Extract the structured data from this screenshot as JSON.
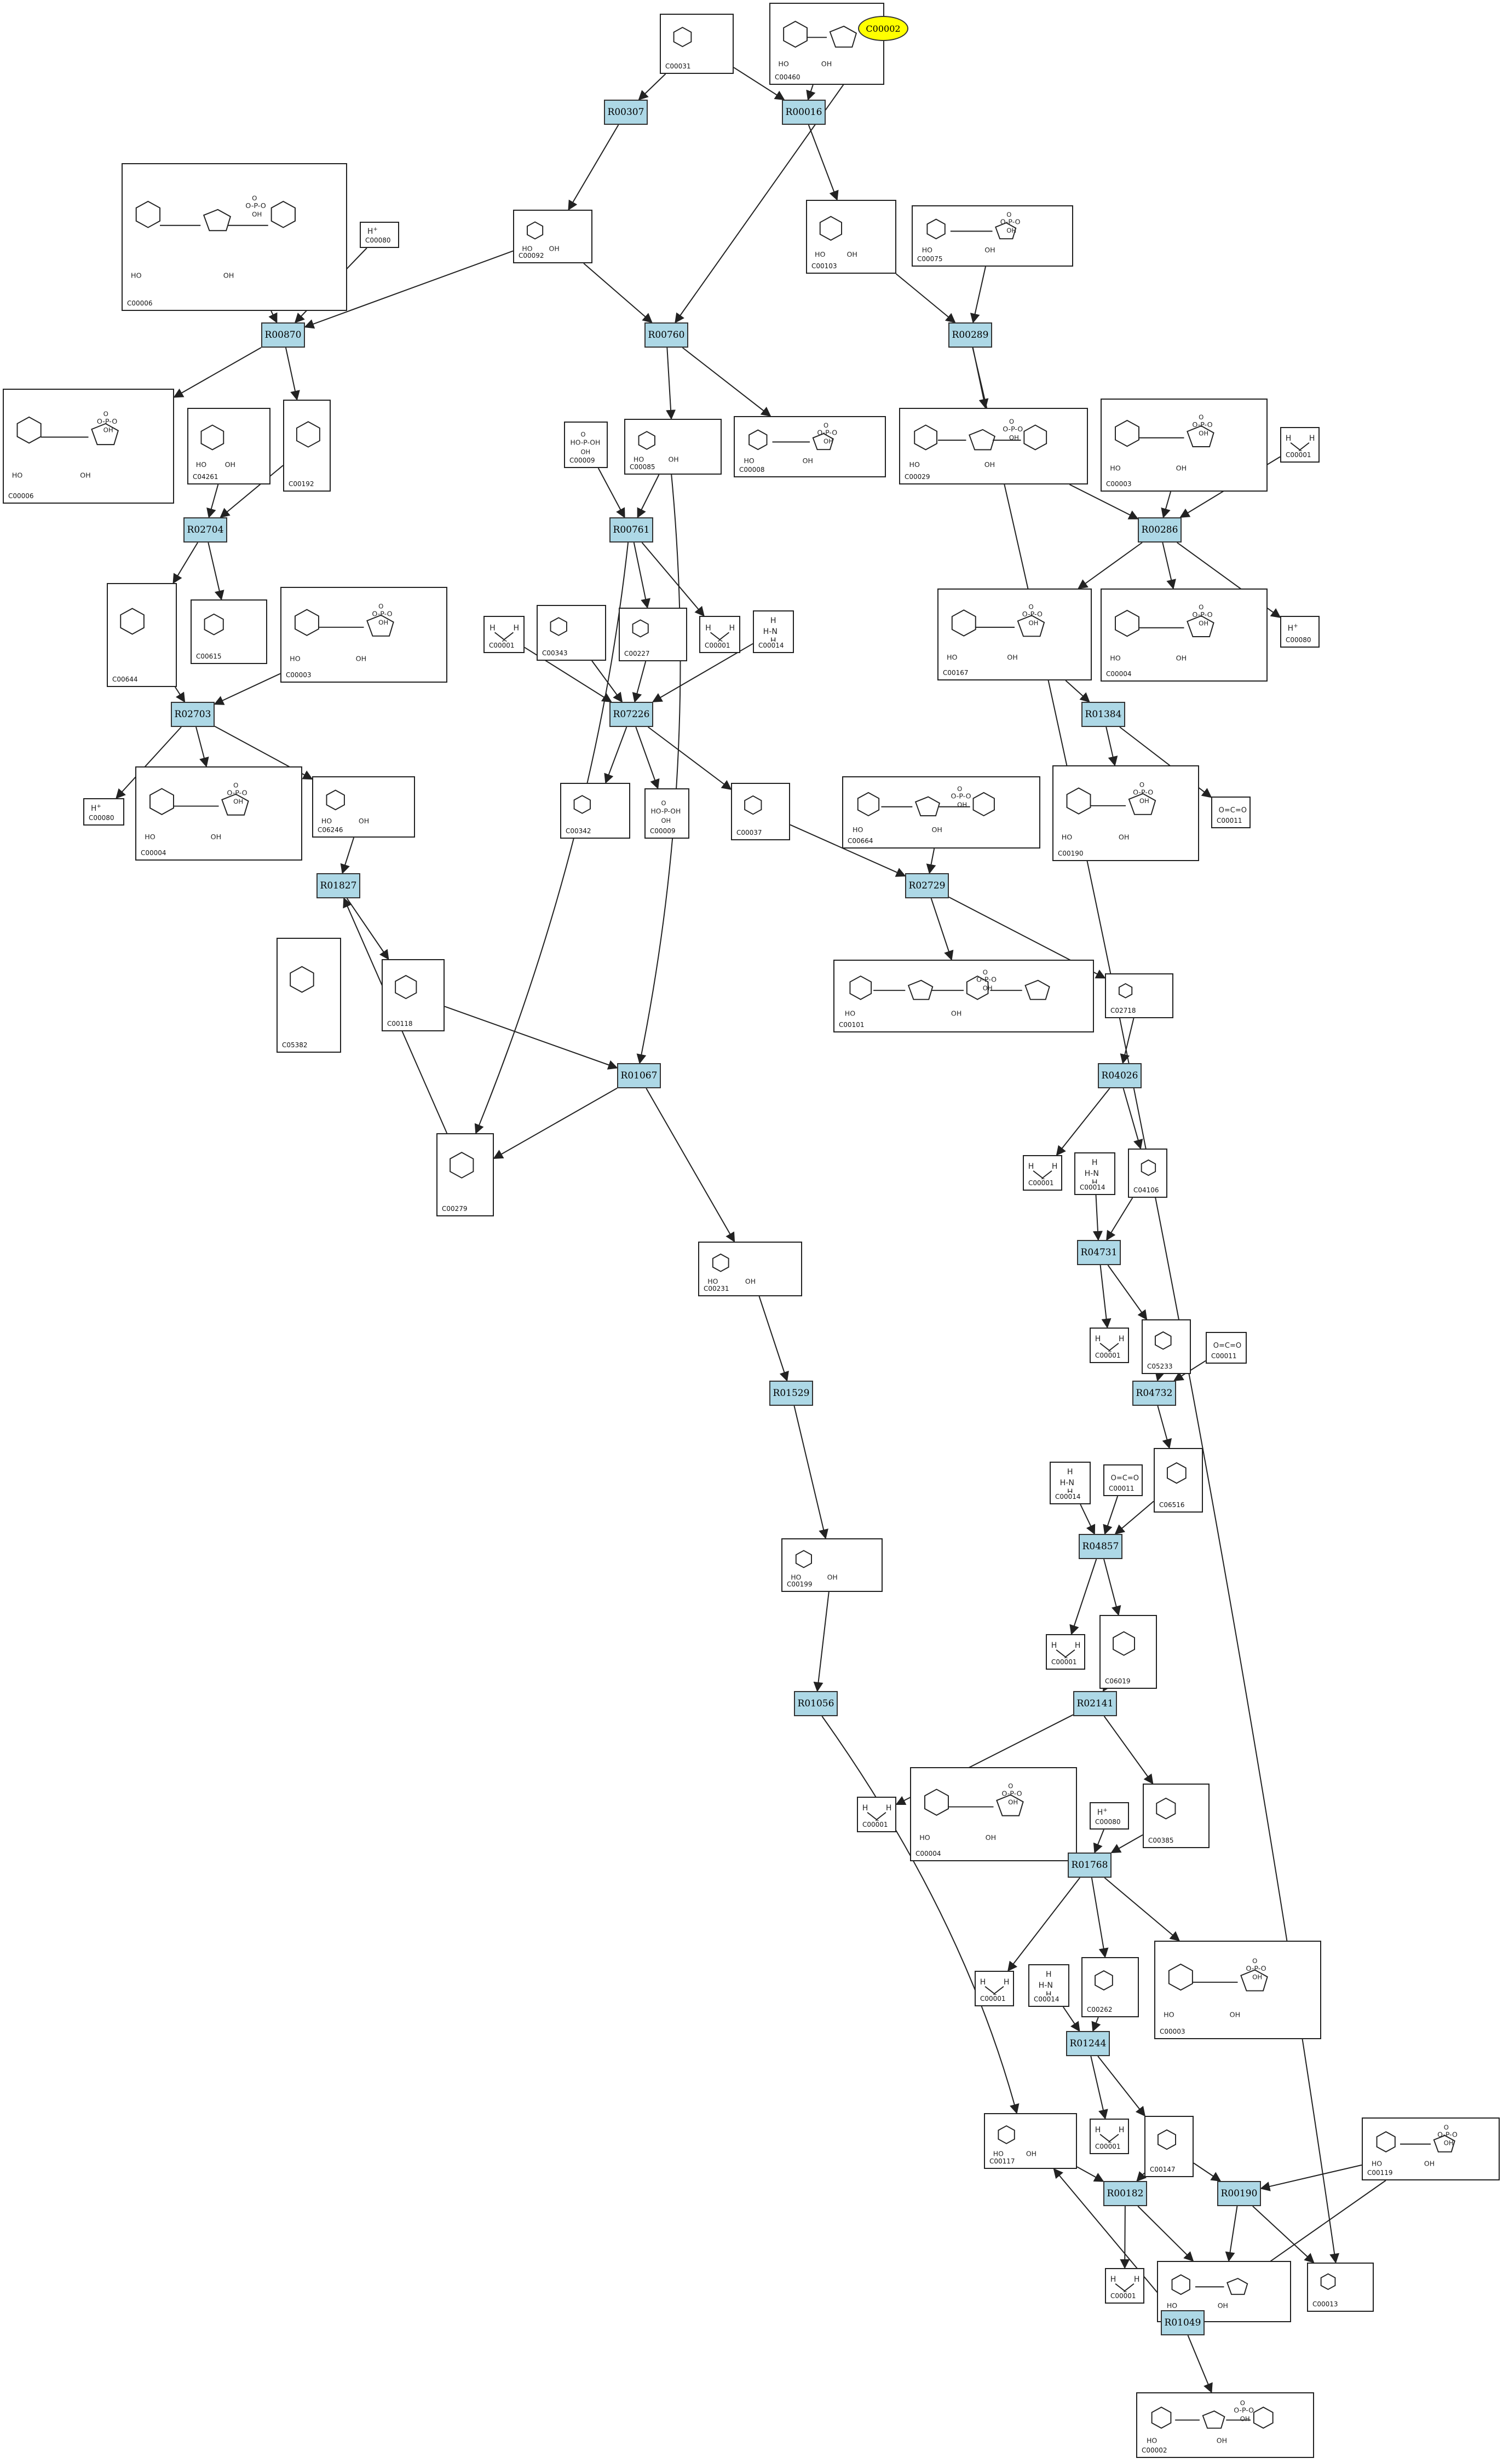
{
  "highlight": {
    "id": "C00002",
    "color": "#ffff00"
  },
  "colors": {
    "reaction_fill": "#add8e6",
    "edge": "#222222",
    "node_border": "#222222"
  },
  "compounds": [
    {
      "id": "C00031",
      "label": "C00031"
    },
    {
      "id": "C00460",
      "label": "C00460"
    },
    {
      "id": "C00006a",
      "label": "C00006"
    },
    {
      "id": "C00080a",
      "label": "C00080"
    },
    {
      "id": "C00092",
      "label": "C00092"
    },
    {
      "id": "C00002",
      "label": "C00002"
    },
    {
      "id": "C00103",
      "label": "C00103"
    },
    {
      "id": "C00075",
      "label": "C00075"
    },
    {
      "id": "C00006b",
      "label": "C00006"
    },
    {
      "id": "C04261",
      "label": "C04261"
    },
    {
      "id": "C00192",
      "label": "C00192"
    },
    {
      "id": "C00009a",
      "label": "C00009"
    },
    {
      "id": "C00085",
      "label": "C00085"
    },
    {
      "id": "C00008a",
      "label": "C00008"
    },
    {
      "id": "C00029",
      "label": "C00029"
    },
    {
      "id": "C00003a",
      "label": "C00003"
    },
    {
      "id": "C00001a",
      "label": "C00001"
    },
    {
      "id": "C00644",
      "label": "C00644"
    },
    {
      "id": "C00615",
      "label": "C00615"
    },
    {
      "id": "C00003b",
      "label": "C00003"
    },
    {
      "id": "C00001b",
      "label": "C00001"
    },
    {
      "id": "C00343",
      "label": "C00343"
    },
    {
      "id": "C00227",
      "label": "C00227"
    },
    {
      "id": "C00001c",
      "label": "C00001"
    },
    {
      "id": "C00014a",
      "label": "C00014"
    },
    {
      "id": "C00167",
      "label": "C00167"
    },
    {
      "id": "C00004a",
      "label": "C00004"
    },
    {
      "id": "C00080b",
      "label": "C00080"
    },
    {
      "id": "C00080c",
      "label": "C00080"
    },
    {
      "id": "C00004b",
      "label": "C00004"
    },
    {
      "id": "C06246",
      "label": "C06246"
    },
    {
      "id": "C00342",
      "label": "C00342"
    },
    {
      "id": "C00009b",
      "label": "C00009"
    },
    {
      "id": "C00037",
      "label": "C00037"
    },
    {
      "id": "C00664",
      "label": "C00664"
    },
    {
      "id": "C00190",
      "label": "C00190"
    },
    {
      "id": "C00011a",
      "label": "C00011"
    },
    {
      "id": "C05382",
      "label": "C05382"
    },
    {
      "id": "C00118",
      "label": "C00118"
    },
    {
      "id": "C00101",
      "label": "C00101"
    },
    {
      "id": "C02718",
      "label": "C02718"
    },
    {
      "id": "C00279",
      "label": "C00279"
    },
    {
      "id": "C00001d",
      "label": "C00001"
    },
    {
      "id": "C00014b",
      "label": "C00014"
    },
    {
      "id": "C04106",
      "label": "C04106"
    },
    {
      "id": "C00231",
      "label": "C00231"
    },
    {
      "id": "C00001e",
      "label": "C00001"
    },
    {
      "id": "C05233",
      "label": "C05233"
    },
    {
      "id": "C00011b",
      "label": "C00011"
    },
    {
      "id": "C00014c",
      "label": "C00014"
    },
    {
      "id": "C00011c",
      "label": "C00011"
    },
    {
      "id": "C06516",
      "label": "C06516"
    },
    {
      "id": "C00199",
      "label": "C00199"
    },
    {
      "id": "C00001f",
      "label": "C00001"
    },
    {
      "id": "C06019",
      "label": "C06019"
    },
    {
      "id": "C00001g",
      "label": "C00001"
    },
    {
      "id": "C00004c",
      "label": "C00004"
    },
    {
      "id": "C00080d",
      "label": "C00080"
    },
    {
      "id": "C00385",
      "label": "C00385"
    },
    {
      "id": "C00001h",
      "label": "C00001"
    },
    {
      "id": "C00014d",
      "label": "C00014"
    },
    {
      "id": "C00262",
      "label": "C00262"
    },
    {
      "id": "C00003c",
      "label": "C00003"
    },
    {
      "id": "C00117",
      "label": "C00117"
    },
    {
      "id": "C00001i",
      "label": "C00001"
    },
    {
      "id": "C00147",
      "label": "C00147"
    },
    {
      "id": "C00119",
      "label": "C00119"
    },
    {
      "id": "C00001j",
      "label": "C00001"
    },
    {
      "id": "C00020",
      "label": "C00020"
    },
    {
      "id": "C00013",
      "label": "C00013"
    },
    {
      "id": "C00002b",
      "label": "C00002"
    }
  ],
  "reactions": [
    {
      "id": "R00307",
      "label": "R00307"
    },
    {
      "id": "R00016",
      "label": "R00016"
    },
    {
      "id": "R00870",
      "label": "R00870"
    },
    {
      "id": "R00760",
      "label": "R00760"
    },
    {
      "id": "R00289",
      "label": "R00289"
    },
    {
      "id": "R02704",
      "label": "R02704"
    },
    {
      "id": "R00761",
      "label": "R00761"
    },
    {
      "id": "R00286",
      "label": "R00286"
    },
    {
      "id": "R02703",
      "label": "R02703"
    },
    {
      "id": "R07226",
      "label": "R07226"
    },
    {
      "id": "R01384",
      "label": "R01384"
    },
    {
      "id": "R01827",
      "label": "R01827"
    },
    {
      "id": "R02729",
      "label": "R02729"
    },
    {
      "id": "R01067",
      "label": "R01067"
    },
    {
      "id": "R04026",
      "label": "R04026"
    },
    {
      "id": "R04731",
      "label": "R04731"
    },
    {
      "id": "R01529",
      "label": "R01529"
    },
    {
      "id": "R04732",
      "label": "R04732"
    },
    {
      "id": "R04857",
      "label": "R04857"
    },
    {
      "id": "R01056",
      "label": "R01056"
    },
    {
      "id": "R02141",
      "label": "R02141"
    },
    {
      "id": "R01768",
      "label": "R01768"
    },
    {
      "id": "R01244",
      "label": "R01244"
    },
    {
      "id": "R00182",
      "label": "R00182"
    },
    {
      "id": "R00190",
      "label": "R00190"
    },
    {
      "id": "R01049",
      "label": "R01049"
    }
  ],
  "edges": [
    [
      "C00031",
      "R00307"
    ],
    [
      "C00031",
      "R00016"
    ],
    [
      "C00460",
      "R00016"
    ],
    [
      "R00307",
      "C00092"
    ],
    [
      "R00016",
      "C00103"
    ],
    [
      "C00006a",
      "R00870"
    ],
    [
      "C00080a",
      "R00870"
    ],
    [
      "C00092",
      "R00870"
    ],
    [
      "R00870",
      "C00006b"
    ],
    [
      "R00870",
      "C00192"
    ],
    [
      "C00092",
      "R00760"
    ],
    [
      "C00002",
      "R00760"
    ],
    [
      "R00760",
      "C00085"
    ],
    [
      "R00760",
      "C00008a"
    ],
    [
      "C00103",
      "R00289"
    ],
    [
      "C00075",
      "R00289"
    ],
    [
      "R00289",
      "C00029"
    ],
    [
      "R00289",
      "C00013"
    ],
    [
      "C04261",
      "R02704"
    ],
    [
      "C00192",
      "R02704"
    ],
    [
      "R02704",
      "C00644"
    ],
    [
      "R02704",
      "C00615"
    ],
    [
      "C00009a",
      "R00761"
    ],
    [
      "C00085",
      "R00761"
    ],
    [
      "R00761",
      "C00227"
    ],
    [
      "R00761",
      "C00001c"
    ],
    [
      "R00761",
      "C00279"
    ],
    [
      "C00085",
      "R01067"
    ],
    [
      "C00029",
      "R00286"
    ],
    [
      "C00003a",
      "R00286"
    ],
    [
      "C00001a",
      "R00286"
    ],
    [
      "R00286",
      "C00167"
    ],
    [
      "R00286",
      "C00004a"
    ],
    [
      "R00286",
      "C00080b"
    ],
    [
      "C00644",
      "R02703"
    ],
    [
      "C00003b",
      "R02703"
    ],
    [
      "R02703",
      "C00080c"
    ],
    [
      "R02703",
      "C00004b"
    ],
    [
      "R02703",
      "C06246"
    ],
    [
      "C00001b",
      "R07226"
    ],
    [
      "C00343",
      "R07226"
    ],
    [
      "C00227",
      "R07226"
    ],
    [
      "C00014a",
      "R07226"
    ],
    [
      "R07226",
      "C00342"
    ],
    [
      "R07226",
      "C00009b"
    ],
    [
      "R07226",
      "C00037"
    ],
    [
      "C00167",
      "R01384"
    ],
    [
      "R01384",
      "C00190"
    ],
    [
      "R01384",
      "C00011a"
    ],
    [
      "C06246",
      "R01827"
    ],
    [
      "R01827",
      "C00118"
    ],
    [
      "C00279",
      "R01827"
    ],
    [
      "C00037",
      "R02729"
    ],
    [
      "C00664",
      "R02729"
    ],
    [
      "R02729",
      "C00101"
    ],
    [
      "R02729",
      "C02718"
    ],
    [
      "C00118",
      "R01067"
    ],
    [
      "R01067",
      "C00279"
    ],
    [
      "R01067",
      "C00231"
    ],
    [
      "C02718",
      "R04026"
    ],
    [
      "R04026",
      "C00001d"
    ],
    [
      "R04026",
      "C04106"
    ],
    [
      "C00014b",
      "R04731"
    ],
    [
      "C04106",
      "R04731"
    ],
    [
      "R04731",
      "C00001e"
    ],
    [
      "R04731",
      "C05233"
    ],
    [
      "C00231",
      "R01529"
    ],
    [
      "R01529",
      "C00199"
    ],
    [
      "C05233",
      "R04732"
    ],
    [
      "C00011b",
      "R04732"
    ],
    [
      "R04732",
      "C06516"
    ],
    [
      "C00014c",
      "R04857"
    ],
    [
      "C00011c",
      "R04857"
    ],
    [
      "C06516",
      "R04857"
    ],
    [
      "R04857",
      "C00001f"
    ],
    [
      "R04857",
      "C06019"
    ],
    [
      "C00199",
      "R01056"
    ],
    [
      "R01056",
      "C00117"
    ],
    [
      "C06019",
      "R02141"
    ],
    [
      "R02141",
      "C00001g"
    ],
    [
      "R02141",
      "C00385"
    ],
    [
      "C00004c",
      "R01768"
    ],
    [
      "C00080d",
      "R01768"
    ],
    [
      "C00385",
      "R01768"
    ],
    [
      "R01768",
      "C00001h"
    ],
    [
      "R01768",
      "C00262"
    ],
    [
      "R01768",
      "C00003c"
    ],
    [
      "C00014d",
      "R01244"
    ],
    [
      "C00262",
      "R01244"
    ],
    [
      "R01244",
      "C00001i"
    ],
    [
      "R01244",
      "C00147"
    ],
    [
      "C00117",
      "R00182"
    ],
    [
      "C00147",
      "R00182"
    ],
    [
      "R00182",
      "C00001j"
    ],
    [
      "R00182",
      "C00020"
    ],
    [
      "C00147",
      "R00190"
    ],
    [
      "C00119",
      "R00190"
    ],
    [
      "R00190",
      "C00020"
    ],
    [
      "R00190",
      "C00013"
    ],
    [
      "C00020",
      "R01049"
    ],
    [
      "C00119",
      "R01049"
    ],
    [
      "R01049",
      "C00002b"
    ],
    [
      "R01049",
      "C00117"
    ]
  ]
}
